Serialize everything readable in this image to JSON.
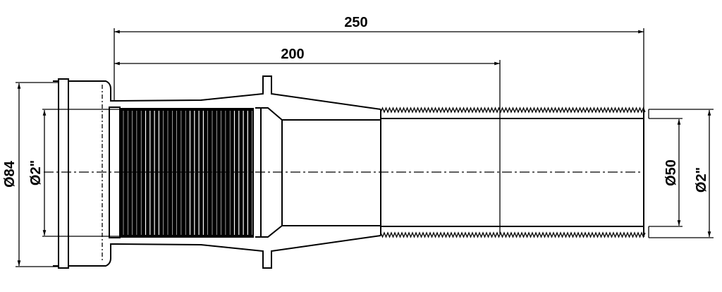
{
  "drawing": {
    "dimensions": {
      "overall_length": "250",
      "thread_length": "200",
      "flange_diameter": "Ø84",
      "inlet_diameter": "Ø2\"",
      "outlet_inner_diameter": "Ø50",
      "outlet_thread_diameter": "Ø2\""
    },
    "line_color": "#000000",
    "background": "#ffffff"
  }
}
